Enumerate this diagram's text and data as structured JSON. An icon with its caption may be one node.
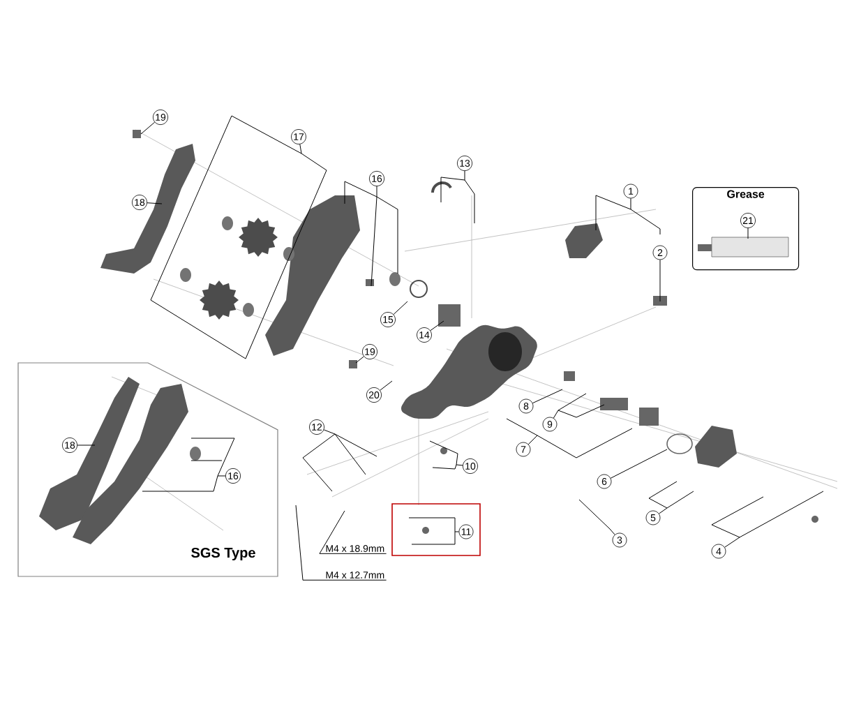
{
  "diagram": {
    "nodes": [
      {
        "text": [
          "19"
        ]
      },
      {
        "text": [
          "17"
        ]
      },
      {
        "text": [
          "18"
        ]
      },
      {
        "text": [
          "16"
        ]
      },
      {
        "text": [
          "13"
        ]
      },
      {
        "text": [
          "1"
        ]
      },
      {
        "text": [
          "2"
        ]
      },
      {
        "text": [
          "Grease"
        ]
      },
      {
        "text": [
          "21"
        ],
        "in": 7
      },
      {
        "text": [
          "15"
        ]
      },
      {
        "text": [
          "14"
        ]
      },
      {
        "text": [
          "19"
        ]
      },
      {
        "text": [
          "20"
        ]
      },
      {
        "text": [
          "SGS Type"
        ]
      },
      {
        "text": [
          "18"
        ],
        "in": 13
      },
      {
        "text": [
          "16"
        ],
        "in": 13
      },
      {
        "text": [
          "12"
        ]
      },
      {
        "text": [
          "8"
        ]
      },
      {
        "text": [
          "9"
        ]
      },
      {
        "text": [
          "7"
        ]
      },
      {
        "text": [
          "10"
        ]
      },
      {
        "text": [
          "6"
        ]
      },
      {
        "text": [],
        "shape": "box"
      },
      {
        "text": [
          "11"
        ],
        "in": 22
      },
      {
        "text": [
          "5"
        ]
      },
      {
        "text": [
          "3"
        ]
      },
      {
        "text": [
          "4"
        ]
      },
      {
        "text": [
          "M4 x 18.9mm"
        ]
      },
      {
        "text": [
          "M4 x 12.7mm"
        ]
      }
    ],
    "edges": [
      {
        "from": 0,
        "to": null,
        "arrow": "none"
      },
      {
        "from": 1,
        "to": null,
        "arrow": "none"
      },
      {
        "from": 2,
        "to": null,
        "arrow": "none"
      },
      {
        "from": 3,
        "to": null,
        "arrow": "none"
      },
      {
        "from": 4,
        "to": null,
        "arrow": "none"
      },
      {
        "from": 5,
        "to": null,
        "arrow": "none"
      },
      {
        "from": 6,
        "to": null,
        "arrow": "none"
      },
      {
        "from": 8,
        "to": null,
        "arrow": "none"
      },
      {
        "from": 9,
        "to": null,
        "arrow": "none"
      },
      {
        "from": 10,
        "to": null,
        "arrow": "none"
      },
      {
        "from": 11,
        "to": null,
        "arrow": "none"
      },
      {
        "from": 12,
        "to": null,
        "arrow": "none"
      },
      {
        "from": 14,
        "to": null,
        "arrow": "none"
      },
      {
        "from": 15,
        "to": null,
        "arrow": "none"
      },
      {
        "from": 16,
        "to": null,
        "arrow": "none"
      },
      {
        "from": 17,
        "to": null,
        "arrow": "none"
      },
      {
        "from": 18,
        "to": null,
        "arrow": "none"
      },
      {
        "from": 19,
        "to": null,
        "arrow": "none"
      },
      {
        "from": 20,
        "to": null,
        "arrow": "none"
      },
      {
        "from": 21,
        "to": null,
        "arrow": "none"
      },
      {
        "from": 23,
        "to": null,
        "arrow": "none"
      },
      {
        "from": 24,
        "to": null,
        "arrow": "none"
      },
      {
        "from": 25,
        "to": null,
        "arrow": "none"
      },
      {
        "from": 26,
        "to": null,
        "arrow": "none"
      },
      {
        "from": 27,
        "to": null,
        "arrow": "none"
      },
      {
        "from": 28,
        "to": null,
        "arrow": "none"
      }
    ]
  }
}
